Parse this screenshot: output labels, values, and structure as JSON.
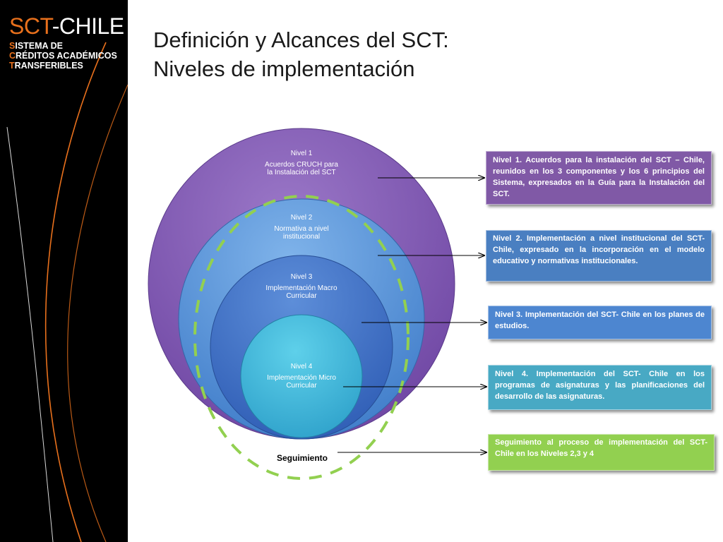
{
  "brand": {
    "name_accent": "SCT",
    "name_rest": "-CHILE",
    "sub_lines": [
      {
        "initial": "S",
        "rest": "ISTEMA DE"
      },
      {
        "initial": "C",
        "rest": "RÉDITOS ACADÉMICOS"
      },
      {
        "initial": "T",
        "rest": "RANSFERIBLES"
      }
    ]
  },
  "title": {
    "line1": "Definición y Alcances del SCT:",
    "line2": "Niveles de implementación"
  },
  "levels": [
    {
      "level": "Nivel 1",
      "text": "Acuerdos CRUCH para la Instalación del SCT"
    },
    {
      "level": "Nivel 2",
      "text": "Normativa a nivel institucional"
    },
    {
      "level": "Nivel 3",
      "text": "Implementación Macro Curricular"
    },
    {
      "level": "Nivel 4",
      "text": "Implementación Micro Curricular"
    }
  ],
  "seguimiento_label": "Seguimiento",
  "descriptions": [
    "Nivel 1. Acuerdos para la instalación del SCT – Chile, reunidos en los 3 componentes y los 6 principios  del Sistema, expresados en la Guía para la Instalación del SCT.",
    "Nivel 2. Implementación a nivel institucional del SCT-Chile, expresado en la incorporación en el modelo educativo y normativas institucionales.",
    "Nivel 3. Implementación del SCT- Chile en los planes de estudios.",
    "Nivel 4. Implementación del SCT- Chile en los programas de asignaturas y las planificaciones del desarrollo de las asignaturas.",
    "Seguimiento al proceso de implementación del SCT- Chile en los Niveles 2,3 y 4"
  ],
  "colors": {
    "level1": "#7b52ab",
    "level2": "#4d8ad1",
    "level3": "#3b6fc4",
    "level4": "#3fb7d6",
    "seguimiento": "#92d050",
    "accent": "#e8701c",
    "box1": "#8059a6",
    "box2": "#4a7fc1",
    "box3": "#4d86d0",
    "box4": "#48a9c4",
    "box5": "#92d050"
  }
}
